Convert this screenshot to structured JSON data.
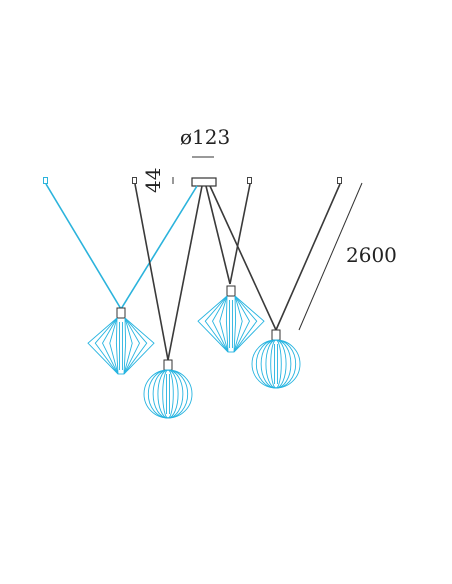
{
  "dimensions": {
    "diameter_label": "ø123",
    "height_label": "44",
    "length_label": "2600"
  },
  "colors": {
    "blue_cable": "#2bb3dc",
    "lamp_blue": "#27b4e0",
    "dark_cable": "#3a3a3a",
    "dimension_line": "#333333"
  },
  "components": {
    "canopy": "ceiling-canopy",
    "ceiling_hooks": 4,
    "pendants": [
      {
        "shape": "diamond-cage",
        "cable": "blue"
      },
      {
        "shape": "globe-cage",
        "cable": "dark"
      },
      {
        "shape": "diamond-cage",
        "cable": "dark"
      },
      {
        "shape": "globe-cage",
        "cable": "dark"
      }
    ]
  }
}
